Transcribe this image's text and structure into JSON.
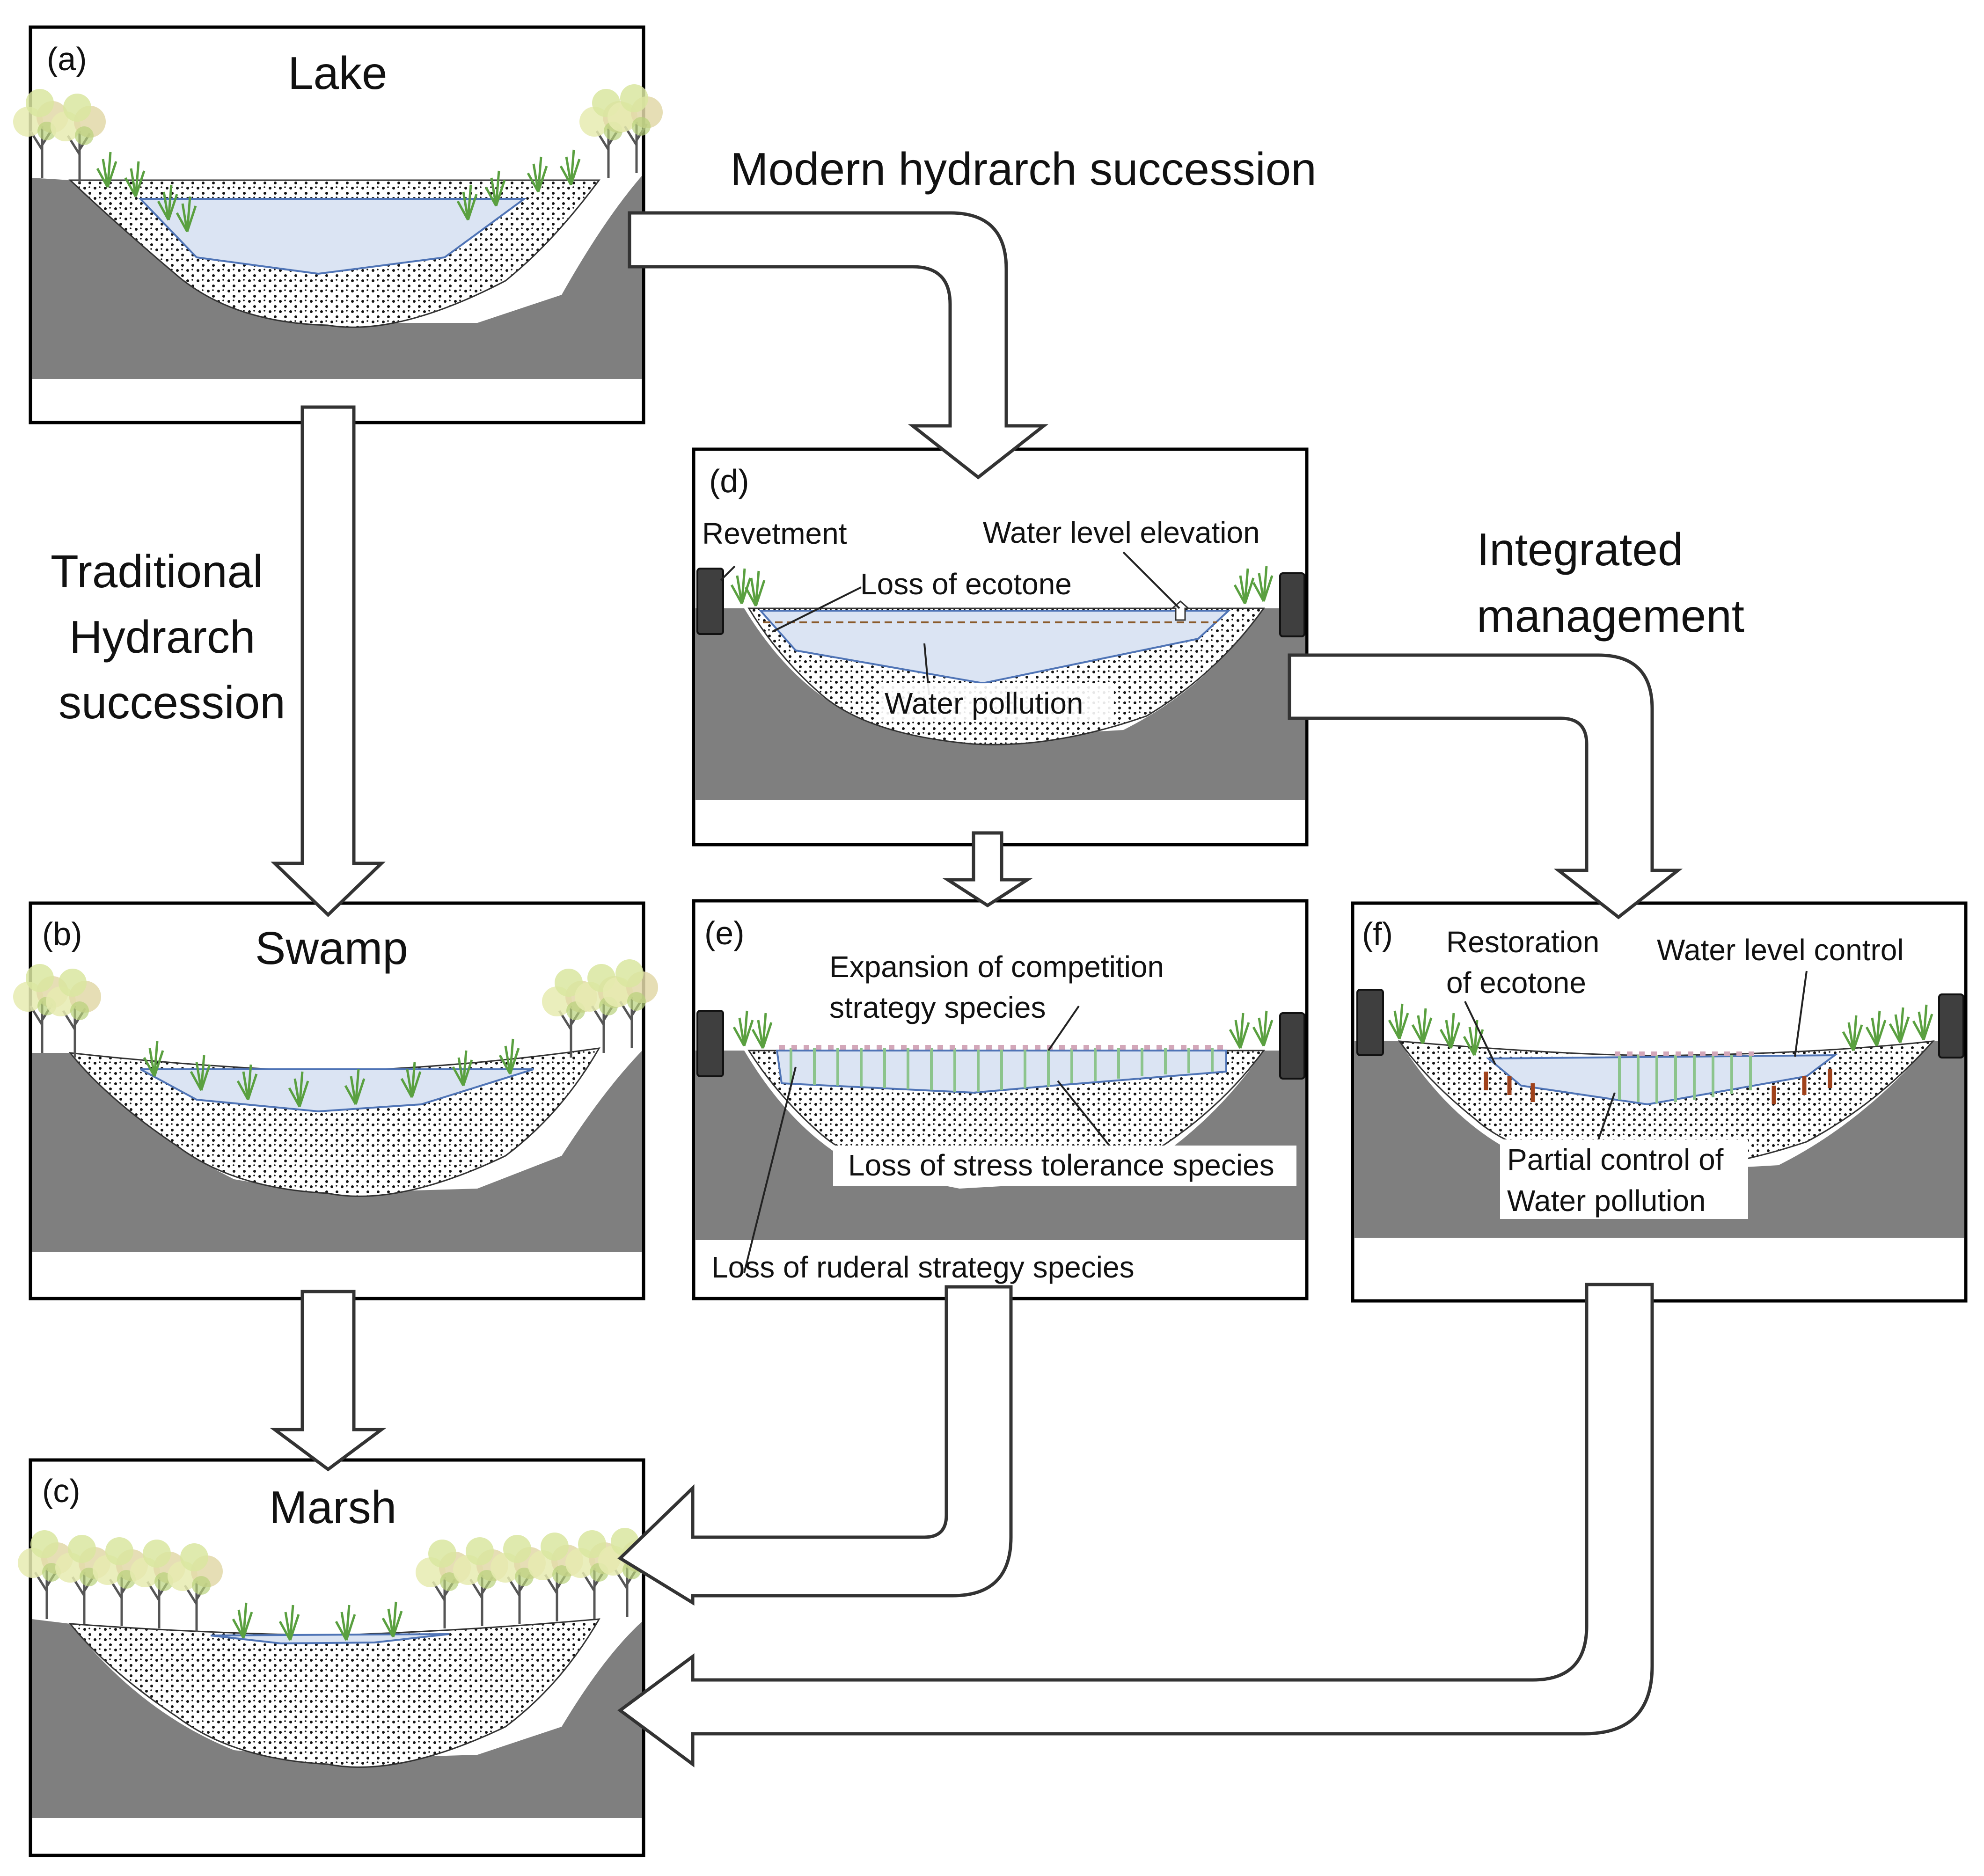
{
  "panels": {
    "a": {
      "letter": "(a)",
      "title": "Lake"
    },
    "b": {
      "letter": "(b)",
      "title": "Swamp"
    },
    "c": {
      "letter": "(c)",
      "title": "Marsh"
    },
    "d": {
      "letter": "(d)",
      "revetment": "Revetment",
      "water_level_elevation": "Water level elevation",
      "loss_of_ecotone": "Loss of ecotone",
      "water_pollution": "Water pollution"
    },
    "e": {
      "letter": "(e)",
      "expansion_line1": "Expansion of competition",
      "expansion_line2": "strategy species",
      "loss_stress": "Loss of stress tolerance species",
      "loss_ruderal": "Loss of ruderal strategy species"
    },
    "f": {
      "letter": "(f)",
      "restoration_line1": "Restoration",
      "restoration_line2": "of ecotone",
      "water_level_control": "Water level control",
      "partial_line1": "Partial control of",
      "partial_line2": "Water pollution"
    }
  },
  "arrows": {
    "traditional_line1": "Traditional",
    "traditional_line2": "Hydrarch",
    "traditional_line3": "succession",
    "modern": "Modern hydrarch succession",
    "integrated_line1": "Integrated",
    "integrated_line2": "management"
  },
  "colors": {
    "ground": "#7f7f7f",
    "water": "#dbe4f3",
    "water_edge": "#4f74b6",
    "vegetation": "#5aa040",
    "revetment": "#3f3f3f",
    "stakes": "#a0421b"
  }
}
